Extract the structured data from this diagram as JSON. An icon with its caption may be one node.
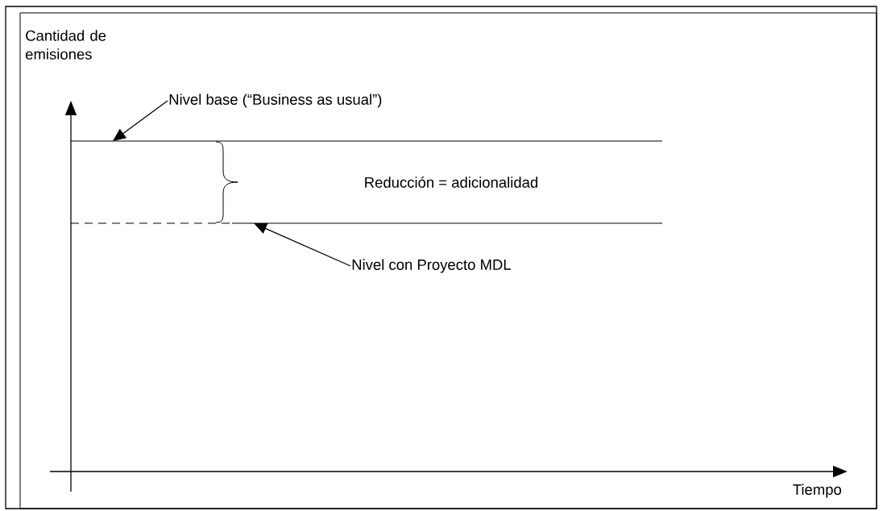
{
  "diagram": {
    "nodes": [
      {
        "text": [
          "Nivel base (“Business as usual”)"
        ]
      },
      {
        "text": [
          "Nivel con Proyecto MDL"
        ]
      }
    ],
    "edges": [
      {
        "from": 0,
        "to": null,
        "arrow": "to"
      },
      {
        "from": 1,
        "to": null,
        "arrow": "to"
      }
    ],
    "labels": [
      "Cantidad de emisiones",
      "Reducción = adicionalidad",
      "Tiempo"
    ]
  }
}
